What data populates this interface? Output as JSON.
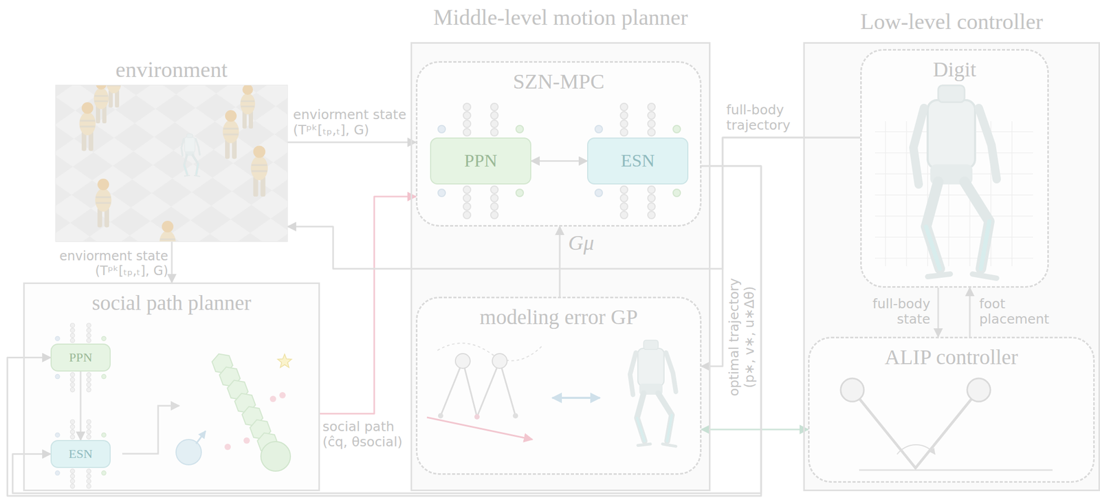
{
  "diagram": {
    "nodes": [
      {
        "text": [
          "environment"
        ]
      },
      {
        "text": [
          "Middle-level motion planner"
        ]
      },
      {
        "text": [
          "SZN-MPC"
        ],
        "in": 1
      },
      {
        "text": [
          "PPN"
        ],
        "in": 2
      },
      {
        "text": [
          "ESN"
        ],
        "in": 2
      },
      {
        "text": [
          "modeling error GP"
        ],
        "in": 1
      },
      {
        "text": [
          "Low-level controller"
        ]
      },
      {
        "text": [
          "Digit"
        ],
        "in": 6
      },
      {
        "text": [
          "ALIP controller"
        ],
        "in": 6
      },
      {
        "text": [
          "social path planner"
        ]
      },
      {
        "text": [
          "PPN"
        ],
        "in": 9
      },
      {
        "text": [
          "ESN"
        ],
        "in": 9
      }
    ],
    "edges": [
      {
        "from": 0,
        "to": 2,
        "arrow": "to",
        "label": "enviorment state (Tᵖᵏ[ₜₚ,ₜ], G)"
      },
      {
        "from": 0,
        "to": 9,
        "arrow": "to",
        "label": "enviorment state (Tᵖᵏ[ₜₚ,ₜ], G)"
      },
      {
        "from": 9,
        "to": 2,
        "arrow": "to",
        "label": "social path (ĉq, θsocial)"
      },
      {
        "from": 3,
        "to": 4,
        "arrow": "both"
      },
      {
        "from": 5,
        "to": 2,
        "arrow": "to",
        "label": "Gμ"
      },
      {
        "from": 7,
        "to": 8,
        "arrow": "to",
        "label": "full-body state"
      },
      {
        "from": 8,
        "to": 7,
        "arrow": "to",
        "label": "foot placement"
      },
      {
        "from": 5,
        "to": 8,
        "arrow": "both"
      },
      {
        "from": 10,
        "to": 11,
        "arrow": "to"
      },
      {
        "from": 7,
        "to": 5,
        "arrow": "to",
        "label": "full-body trajectory"
      },
      {
        "from": 7,
        "to": 0,
        "arrow": "to"
      },
      {
        "from": 2,
        "to": 10,
        "arrow": "to",
        "label": "optimal trajectory (p∗, v∗, u∗Δθ)"
      },
      {
        "from": 2,
        "to": 11,
        "arrow": "to"
      }
    ]
  }
}
